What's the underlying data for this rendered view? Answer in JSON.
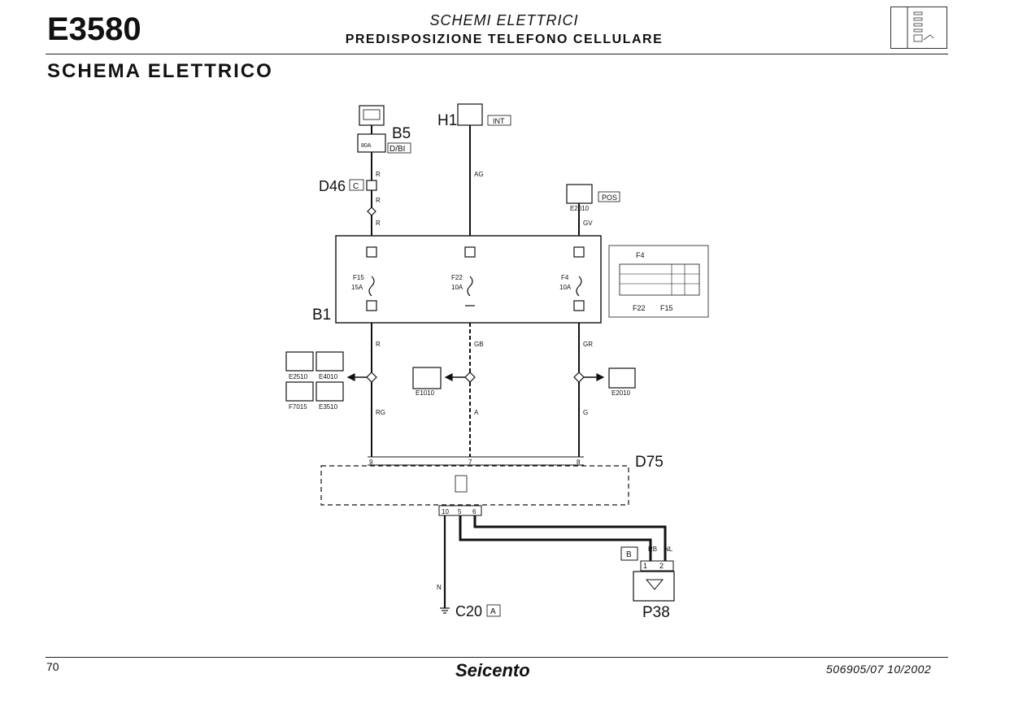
{
  "header": {
    "code": "E3580",
    "title": "SCHEMI ELETTRICI",
    "subtitle": "PREDISPOSIZIONE TELEFONO CELLULARE",
    "section": "SCHEMA ELETTRICO"
  },
  "footer": {
    "page": "70",
    "brand": "Seicento",
    "docref": "506905/07   10/2002"
  },
  "diagram": {
    "components": {
      "H1": "H1",
      "H1_tag": "INT",
      "B5": "B5",
      "B5_tag": "D/BI",
      "B5_fuse": "80A",
      "D46": "D46",
      "D46_tag": "C",
      "E2010": "E2010",
      "E2010_tag": "POS",
      "B1": "B1",
      "F15": "F15",
      "F15_rating": "15A",
      "F22": "F22",
      "F22_rating": "10A",
      "F4": "F4",
      "F4_rating": "10A",
      "E2510": "E2510",
      "E4010": "E4010",
      "F7015": "F7015",
      "E3510": "E3510",
      "E1010": "E1010",
      "E2010b": "E2010",
      "D75": "D75",
      "C20": "C20",
      "C20_tag": "A",
      "P38": "P38",
      "P38_tag": "B"
    },
    "wires": {
      "b5_d46_top": "R",
      "d46_mid": "R",
      "d46_b1": "R",
      "h1_b1": "AG",
      "e2010_b1": "GV",
      "b1_out_left": "R",
      "b1_out_mid": "GB",
      "b1_out_right": "GR",
      "left_to_d75": "RG",
      "mid_to_d75": "A",
      "right_to_d75": "G",
      "ground": "N",
      "p38_1": "RB",
      "p38_2": "NL"
    },
    "pins": {
      "d75_left": "9",
      "d75_mid": "7",
      "d75_right": "8",
      "d75_b1": "10",
      "d75_b2": "5",
      "d75_b3": "6",
      "p38_1": "1",
      "p38_2": "2"
    },
    "inset": {
      "label_top": "F4",
      "label_left": "F22",
      "label_right": "F15"
    }
  }
}
